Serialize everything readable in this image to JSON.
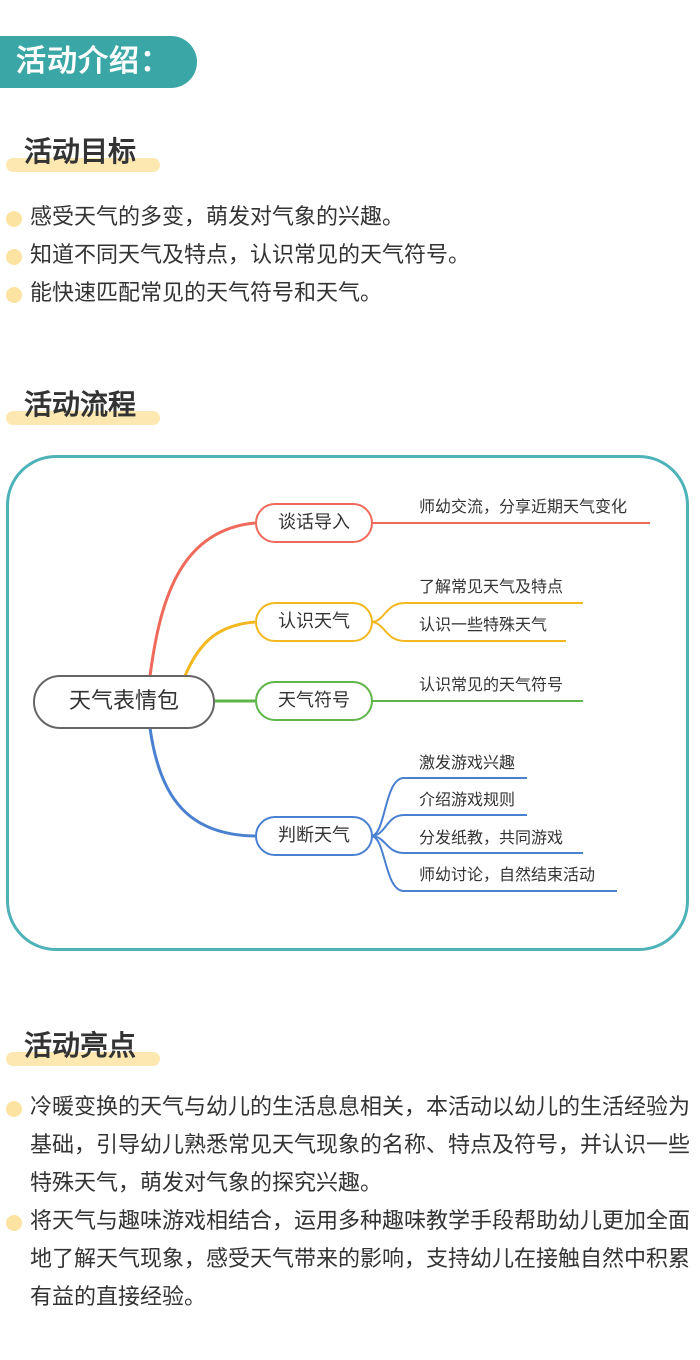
{
  "banner": {
    "title": "活动介绍："
  },
  "goals": {
    "heading": "活动目标",
    "items": [
      "感受天气的多变，萌发对气象的兴趣。",
      "知道不同天气及特点，认识常见的天气符号。",
      "能快速匹配常见的天气符号和天气。"
    ]
  },
  "process": {
    "heading": "活动流程",
    "mindmap": {
      "root": "天气表情包",
      "branches": [
        {
          "label": "谈话导入",
          "color": "#ef6a5a",
          "leaves": [
            "师幼交流，分享近期天气变化"
          ]
        },
        {
          "label": "认识天气",
          "color": "#f3b820",
          "leaves": [
            "了解常见天气及特点",
            "认识一些特殊天气"
          ]
        },
        {
          "label": "天气符号",
          "color": "#5fb548",
          "leaves": [
            "认识常见的天气符号"
          ]
        },
        {
          "label": "判断天气",
          "color": "#4a80d0",
          "leaves": [
            "激发游戏兴趣",
            "介绍游戏规则",
            "分发纸教，共同游戏",
            "师幼讨论，自然结束活动"
          ]
        }
      ]
    }
  },
  "highlights": {
    "heading": "活动亮点",
    "items": [
      "冷暖变换的天气与幼儿的生活息息相关，本活动以幼儿的生活经验为基础，引导幼儿熟悉常见天气现象的名称、特点及符号，并认识一些特殊天气，萌发对气象的探究兴趣。",
      "将天气与趣味游戏相结合，运用多种趣味教学手段帮助幼儿更加全面地了解天气现象，感受天气带来的影响，支持幼儿在接触自然中积累有益的直接经验。"
    ]
  },
  "colors": {
    "banner": "#3aa6a6",
    "card_border": "#4db3b9",
    "highlight": "#fce8b0",
    "bullet_dot": "#fde3a2"
  }
}
